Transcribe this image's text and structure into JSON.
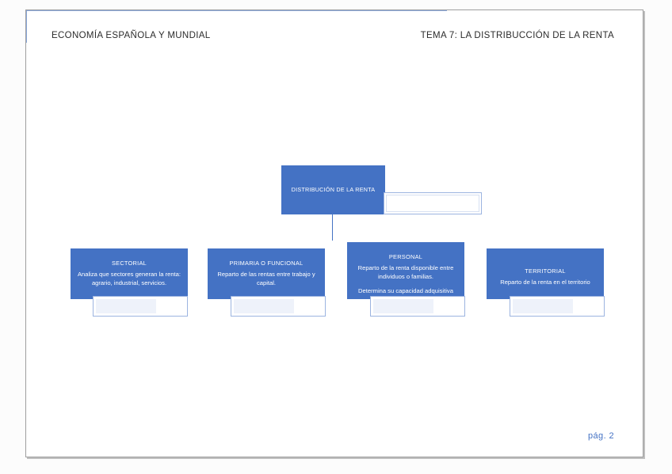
{
  "page": {
    "header_left": "ECONOMÍA ESPAÑOLA Y MUNDIAL",
    "header_right": "TEMA 7: LA DISTRIBUCCIÓN DE LA RENTA",
    "page_number": "pág. 2",
    "accent_color": "#4472C4",
    "page_number_color": "#4472C4",
    "border_color": "#9e9e9e"
  },
  "chart": {
    "type": "org-chart",
    "root": {
      "title": "DISTRIBUCIÓN DE LA RENTA",
      "body": ""
    },
    "nodes": [
      {
        "title": "SECTORIAL",
        "body": "Analiza que sectores generan la renta: agrario, industrial, servicios."
      },
      {
        "title": "PRIMARIA O FUNCIONAL",
        "body": "Reparto de las rentas entre trabajo y capital."
      },
      {
        "title": "PERSONAL",
        "body": "Reparto de la renta disponible entre individuos o familias.",
        "body2": "Determina su capacidad adquisitiva"
      },
      {
        "title": "TERRITORIAL",
        "body": "Reparto de la renta en el territorio"
      }
    ],
    "overlays": [
      {
        "text": ""
      },
      {
        "text": ""
      },
      {
        "text": ""
      },
      {
        "text": ""
      },
      {
        "text": ""
      }
    ]
  }
}
